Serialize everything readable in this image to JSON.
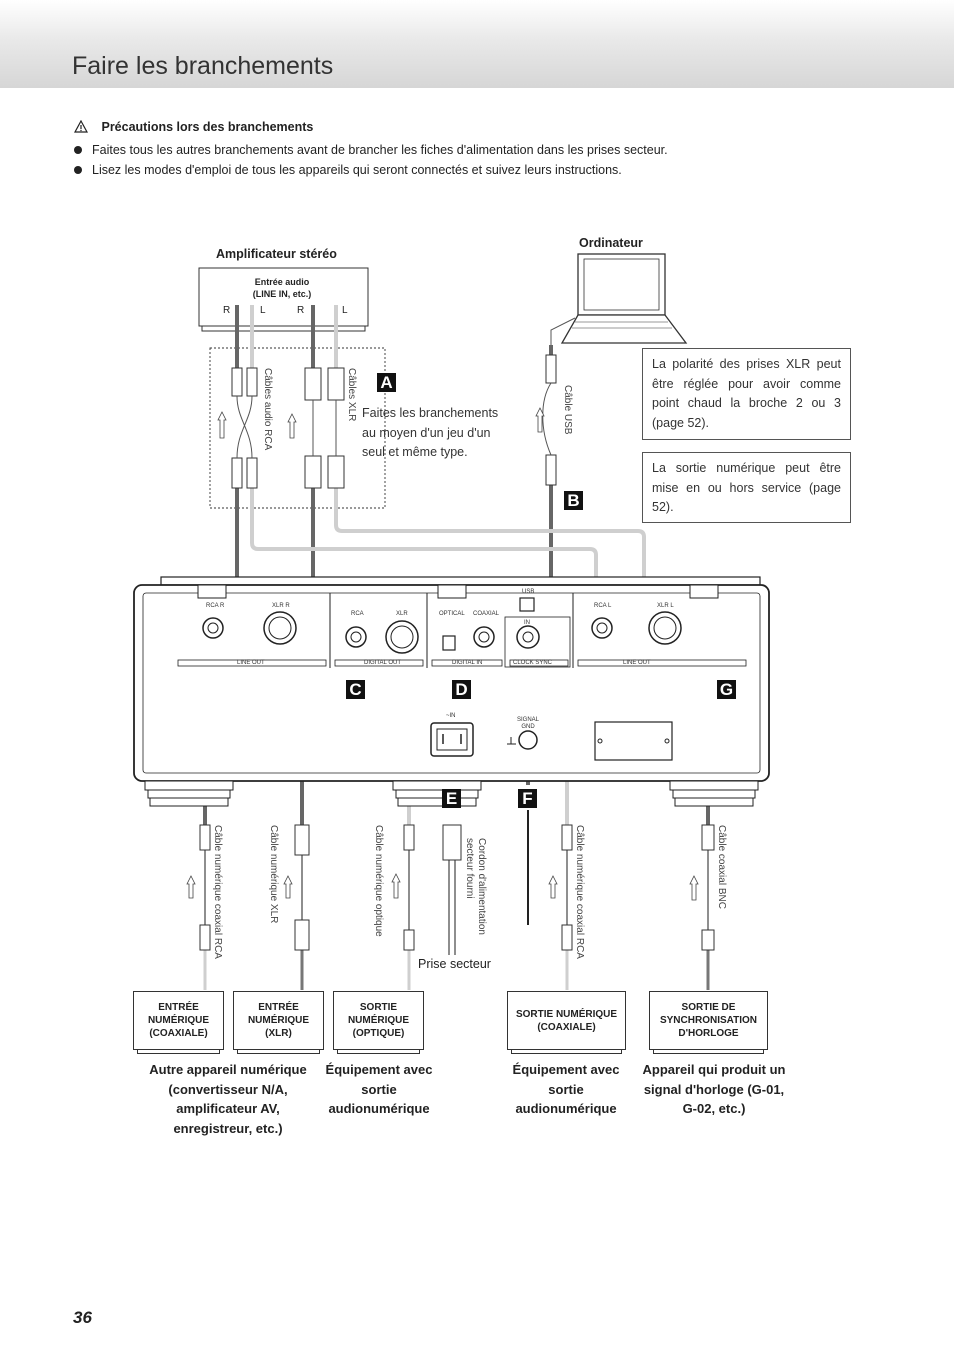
{
  "page": {
    "title": "Faire les branchements",
    "page_number": "36"
  },
  "caution": {
    "heading": "Précautions lors des branchements",
    "bullets": [
      "Faites tous les autres branchements avant de brancher les fiches d'alimentation dans les prises secteur.",
      "Lisez les modes d'emploi de tous les appareils qui seront connectés et suivez leurs instructions."
    ]
  },
  "amplifier": {
    "title": "Amplificateur stéréo",
    "input_label": "Entrée audio\n(LINE IN, etc.)",
    "channels": [
      "R",
      "L",
      "R",
      "L"
    ]
  },
  "computer": {
    "title": "Ordinateur"
  },
  "notes": {
    "xlr_polarity": "La polarité des prises XLR peut être réglée pour avoir comme point chaud la broche 2 ou 3 (page 52).",
    "digital_output": "La sortie numérique peut être mise en ou hors service (page 52).",
    "same_type": "Faites les branchements au moyen d'un jeu d'un seul et même type."
  },
  "cables": {
    "rca_audio": "Câbles audio RCA",
    "xlr": "Câbles XLR",
    "usb": "Câble USB",
    "digital_coax_rca": "Câble numérique coaxial RCA",
    "digital_xlr": "Câble numérique XLR",
    "digital_optical": "Câble numérique optique",
    "power_cord": "Cordon d'alimentation secteur fourni",
    "digital_coax_rca_2": "Câble numérique coaxial RCA",
    "bnc_coax": "Câble coaxial BNC"
  },
  "panel_labels": {
    "rca_r": "RCA R",
    "xlr_r": "XLR R",
    "rca": "RCA",
    "xlr": "XLR",
    "optical": "OPTICAL",
    "coaxial": "COAXIAL",
    "usb": "USB",
    "rca_l": "RCA L",
    "xlr_l": "XLR L",
    "in": "IN",
    "line_out_1": "LINE OUT",
    "digital_out": "DIGITAL OUT",
    "digital_in": "DIGITAL IN",
    "clock_sync": "CLOCK SYNC",
    "line_out_2": "LINE OUT",
    "ac_in": "~IN",
    "signal_gnd": "SIGNAL GND"
  },
  "letters": [
    "A",
    "B",
    "C",
    "D",
    "E",
    "F",
    "G"
  ],
  "outlet_label": "Prise secteur",
  "devices": [
    {
      "box": "ENTRÉE NUMÉRIQUE (COAXIALE)",
      "caption": ""
    },
    {
      "box": "ENTRÉE NUMÉRIQUE (XLR)",
      "caption": ""
    },
    {
      "box": "SORTIE NUMÉRIQUE (OPTIQUE)",
      "caption": "Équipement avec sortie audionumérique"
    },
    {
      "box": "SORTIE NUMÉRIQUE (COAXIALE)",
      "caption": "Équipement avec sortie audionumérique"
    },
    {
      "box": "SORTIE DE SYNCHRONISATION D'HORLOGE",
      "caption": "Appareil qui produit un signal d'horloge (G-01, G-02, etc.)"
    }
  ],
  "shared_caption": "Autre appareil numérique (convertisseur N/A, amplificateur AV, enregistreur, etc.)",
  "colors": {
    "cable_dark": "#666666",
    "cable_light": "#cfcfcf",
    "line": "#222222"
  },
  "icons": [
    "warning-triangle-icon",
    "laptop-icon",
    "arrow-up-icon"
  ]
}
